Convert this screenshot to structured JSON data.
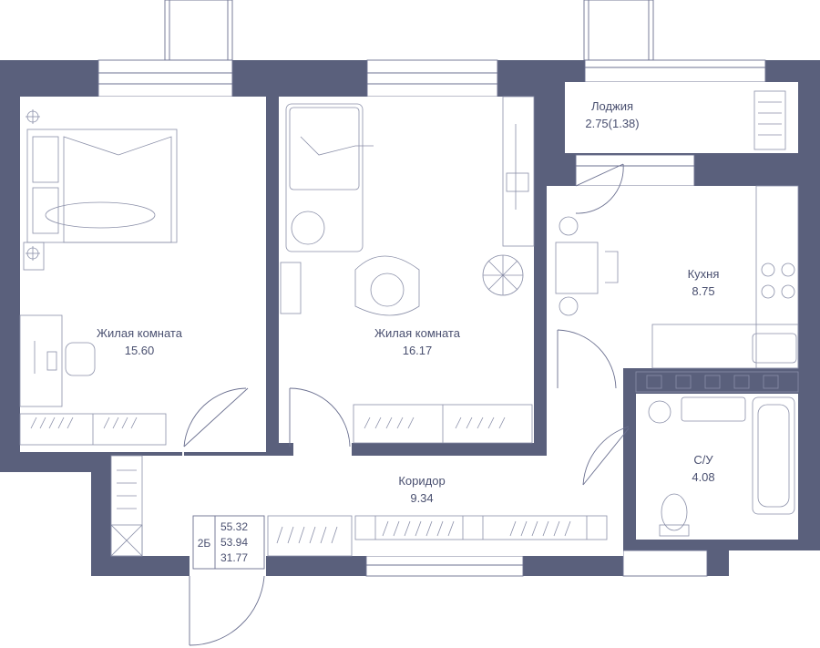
{
  "colors": {
    "wall": "#5a607c",
    "line": "#6b7090",
    "text": "#4a5070",
    "background": "#ffffff"
  },
  "rooms": {
    "living_left": {
      "name": "Жилая комната",
      "area": "15.60"
    },
    "living_mid": {
      "name": "Жилая комната",
      "area": "16.17"
    },
    "loggia": {
      "name": "Лоджия",
      "area": "2.75(1.38)"
    },
    "kitchen": {
      "name": "Кухня",
      "area": "8.75"
    },
    "corridor": {
      "name": "Коридор",
      "area": "9.34"
    },
    "bathroom": {
      "name": "С/У",
      "area": "4.08"
    }
  },
  "summary": {
    "apartment_type": "2Б",
    "total_area": "55.32",
    "living_area_with_loggia": "53.94",
    "living_area": "31.77"
  }
}
